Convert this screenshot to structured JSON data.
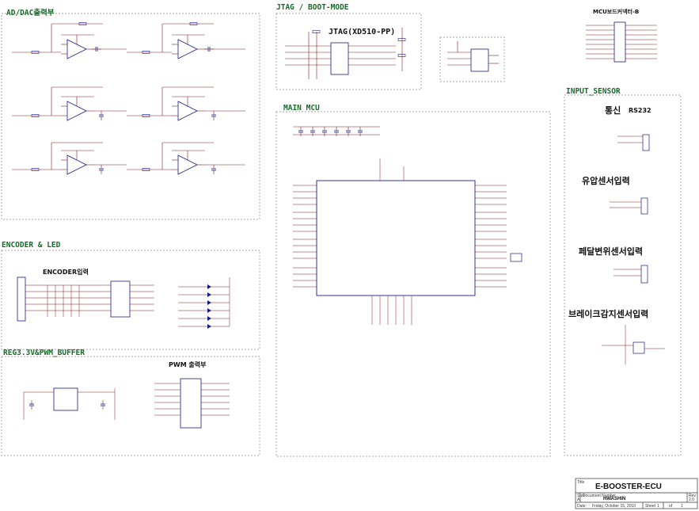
{
  "sections": {
    "ad_dac": "AD/DAC출력부",
    "jtag": "JTAG / BOOT-MODE",
    "main_mcu": "MAIN MCU",
    "encoder_led": "ENCODER & LED",
    "reg_pwm": "REG3.3V&PWM_BUFFER",
    "input_sensor": "INPUT_SENSOR",
    "mcu_connector": "MCU보드커넥터-B"
  },
  "labels": {
    "jtag_part": "JTAG(XD510-PP)",
    "encoder_in": "ENCODER입력",
    "pwm_out": "PWM 출력부",
    "comm": "통신",
    "rs232": "RS232",
    "pressure": "유압센서입력",
    "pedal": "페달변위센서입력",
    "brake": "브레이크감지센서입력"
  },
  "title_block": {
    "title_label": "Title",
    "title": "E-BOOSTER-ECU",
    "size_label": "Size",
    "size": "A",
    "doc_label": "Document Number",
    "doc": "HWASHIN",
    "rev_label": "Rev",
    "rev": "2.0",
    "date_label": "Date:",
    "date": "Friday, October 15, 2010",
    "sheet_label": "Sheet",
    "sheet": "1",
    "of_label": "of",
    "of": "1"
  }
}
